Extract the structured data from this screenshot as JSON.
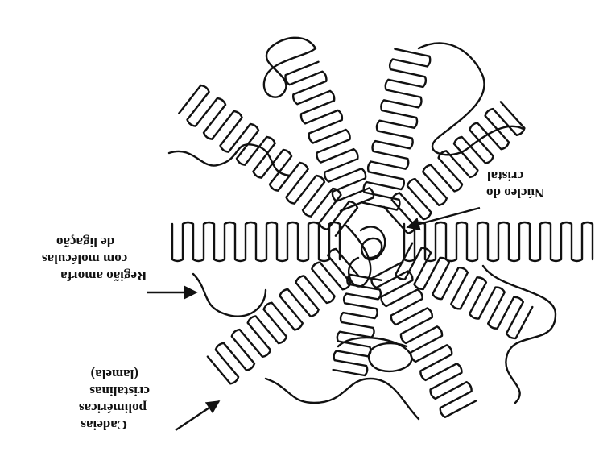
{
  "figure": {
    "orientation": "rotated-180",
    "line_color": "#111111",
    "background": "#ffffff"
  },
  "labels": {
    "nucleus": [
      "Núcleo do",
      "cristal"
    ],
    "amorphous": [
      "Região amorfa",
      "com moléculas",
      "de ligação"
    ],
    "chains": [
      "Cadeias",
      "poliméricas",
      "cristalinas",
      "(lamela)"
    ]
  }
}
